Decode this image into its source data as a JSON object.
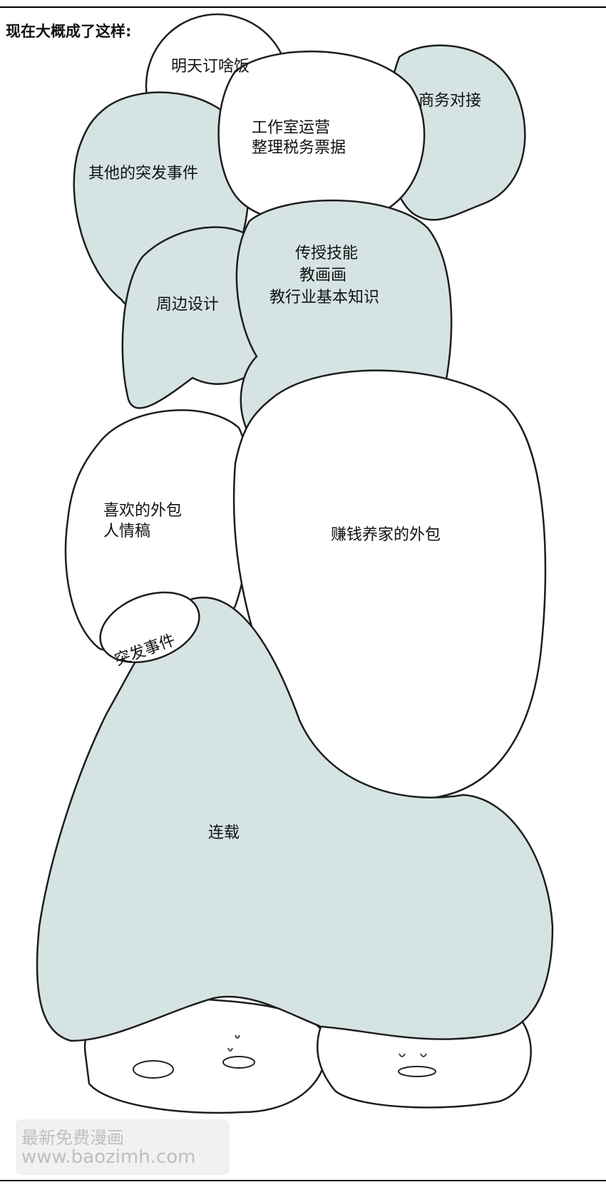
{
  "panel": {
    "caption": "现在大概成了这样:",
    "watermark_line1": "最新免费漫画",
    "watermark_line2": "www.baozimh.com",
    "colors": {
      "fill": "#d6e3e3",
      "outline": "#1e1e1e",
      "border": "#000000"
    }
  },
  "bubbles": {
    "dinner": "明天订啥饭",
    "business": "商务对接",
    "studio_line1": "工作室运营",
    "studio_line2": "整理税务票据",
    "other_events": "其他的突发事件",
    "merch": "周边设计",
    "teach_line1": "传授技能",
    "teach_line2": "教画画",
    "teach_line3": "教行业基本知识",
    "favor_line1": "喜欢的外包",
    "favor_line2": "人情稿",
    "income": "赚钱养家的外包",
    "emergency": "突发事件",
    "serial": "连载"
  }
}
